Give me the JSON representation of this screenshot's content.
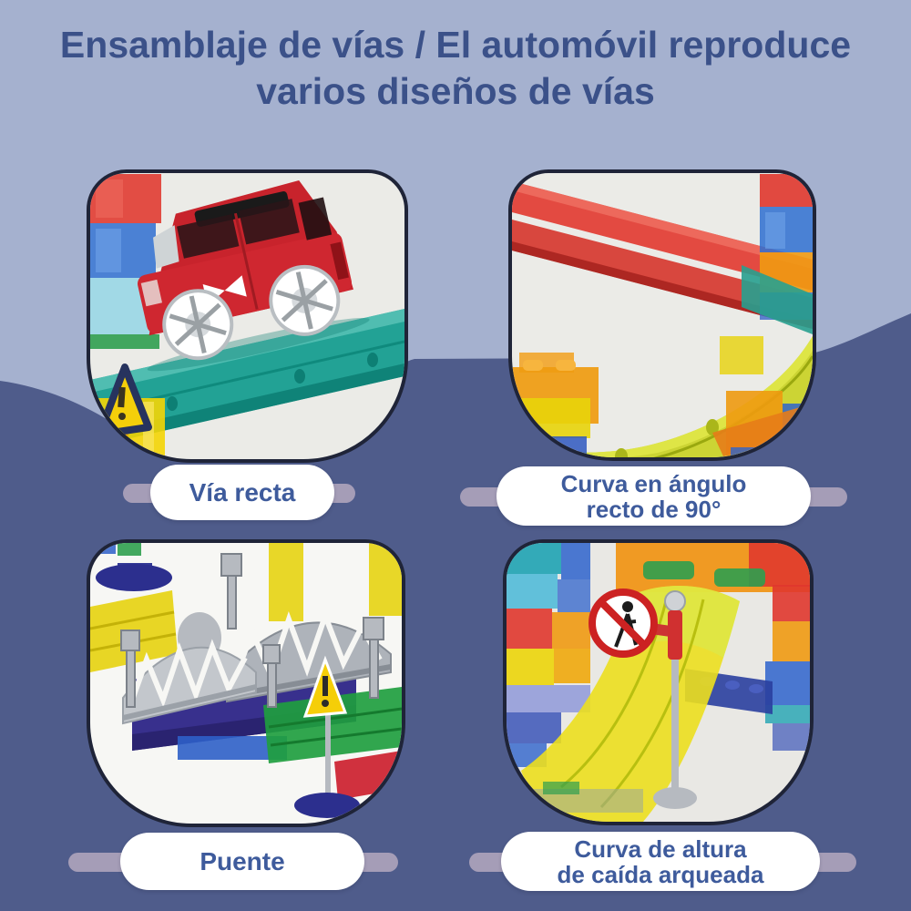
{
  "palette": {
    "background_top": "#a5b1cf",
    "background_bottom": "#4f5c8b",
    "title_color": "#3b5189",
    "label_text_color": "#3e5b9c",
    "label_pill_color": "#ffffff",
    "connector_color": "#a59db7",
    "panel_border_color": "#1f2438",
    "panel_bg_color": "#ebebe7"
  },
  "title": {
    "line1": "Ensamblaje de vías / El automóvil reproduce",
    "line2": "varios diseños de vías"
  },
  "panels": [
    {
      "id": "via-recta",
      "label_line1": "Vía recta",
      "label_line2": ""
    },
    {
      "id": "curva-90",
      "label_line1": "Curva en ángulo",
      "label_line2": "recto de 90°"
    },
    {
      "id": "puente",
      "label_line1": "Puente",
      "label_line2": ""
    },
    {
      "id": "curva-arqueada",
      "label_line1": "Curva de altura",
      "label_line2": "de caída arqueada"
    }
  ]
}
